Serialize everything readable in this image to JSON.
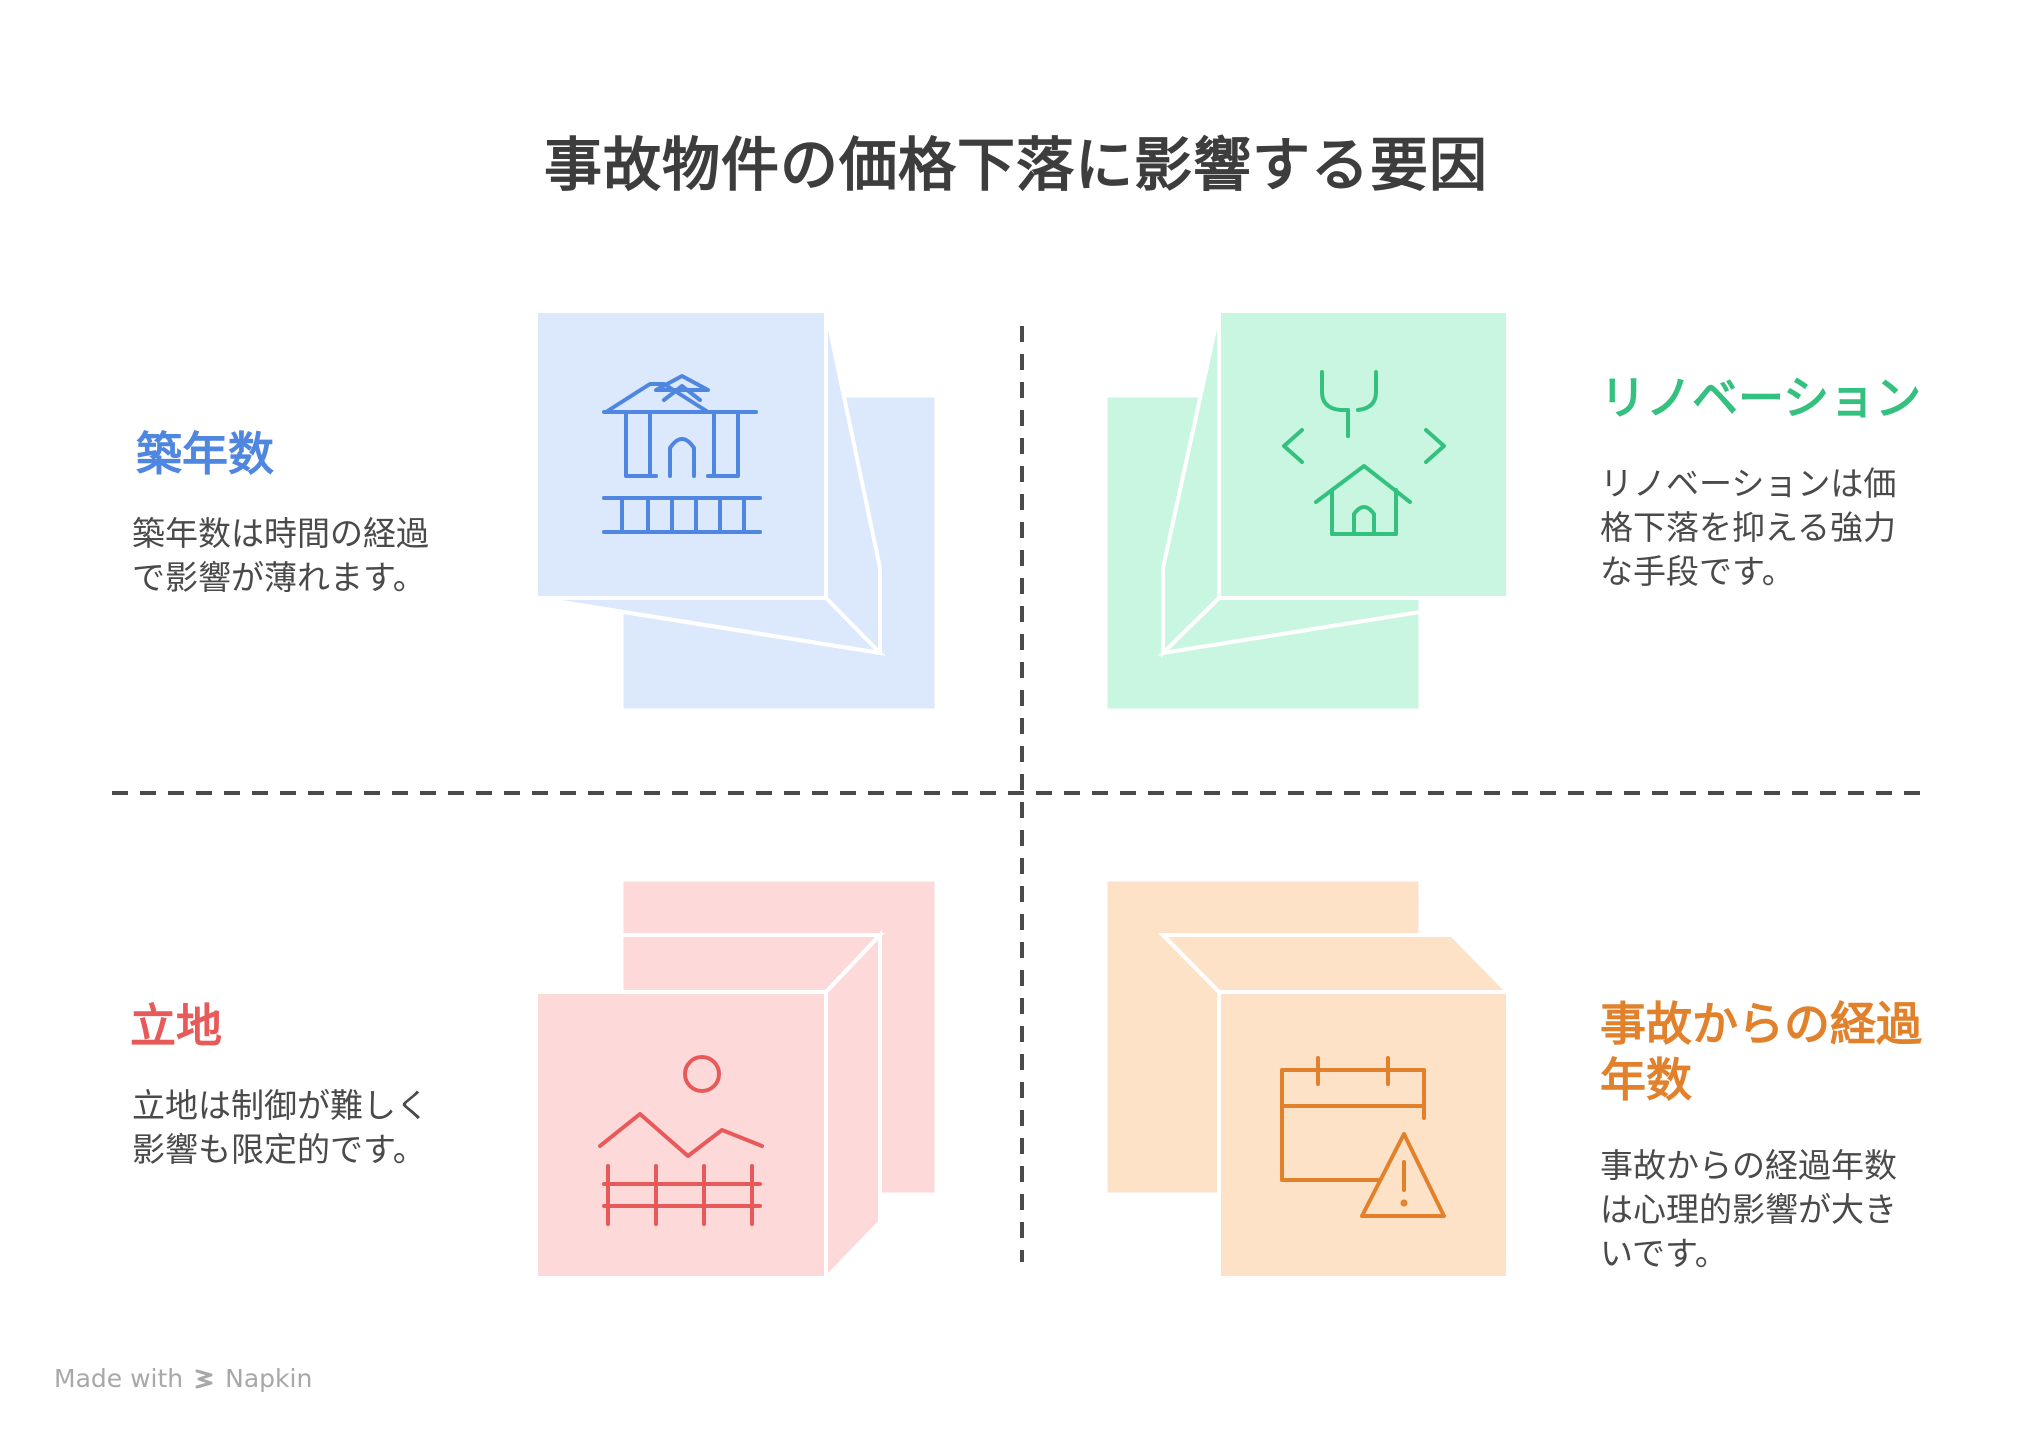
{
  "title": "事故物件の価格下落に影響する要因",
  "colors": {
    "blue": "#4f86e0",
    "blue_fill": "#dce8fb",
    "green": "#34c17f",
    "green_fill": "#c9f6e0",
    "red": "#e85a5a",
    "red_fill": "#fdd9d9",
    "orange": "#e2812c",
    "orange_fill": "#fde2c8"
  },
  "quadrants": [
    {
      "heading": "築年数",
      "description": "築年数は時間の経過\nで影響が薄れます。",
      "icon": "house-icon"
    },
    {
      "heading": "リノベーション",
      "description": "リノベーションは価\n格下落を抑える強力\nな手段です。",
      "icon": "renovation-house-icon"
    },
    {
      "heading": "立地",
      "description": "立地は制御が難しく\n影響も限定的です。",
      "icon": "landscape-fence-icon"
    },
    {
      "heading": "事故からの経過\n年数",
      "description": "事故からの経過年数\nは心理的影響が大き\nいです。",
      "icon": "calendar-warning-icon"
    }
  ],
  "footer": {
    "made_with": "Made with",
    "brand": "Napkin"
  }
}
